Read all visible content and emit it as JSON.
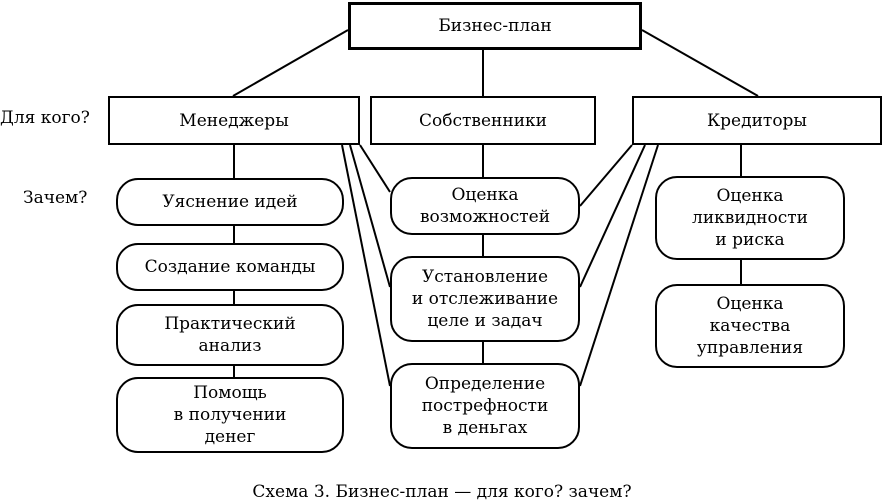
{
  "root": {
    "label": "Бизнес-план"
  },
  "row_labels": {
    "who": "Для кого?",
    "why": "Зачем?"
  },
  "audiences": [
    {
      "id": "managers",
      "label": "Менеджеры"
    },
    {
      "id": "owners",
      "label": "Собственники"
    },
    {
      "id": "creditors",
      "label": "Кредиторы"
    }
  ],
  "managers_goals": [
    "Уяснение идей",
    "Создание команды",
    "Практический\nанализ",
    "Помощь\nв получении\nденег"
  ],
  "owners_goals": [
    "Оценка\nвозможностей",
    "Установление\nи отслеживание\nцеле и задач",
    "Определение\nпострефности\nв деньгах"
  ],
  "creditors_goals": [
    "Оценка\nликвидности\nи риска",
    "Оценка\nкачества\nуправления"
  ],
  "caption": "Схема 3. Бизнес-план — для кого? зачем?"
}
